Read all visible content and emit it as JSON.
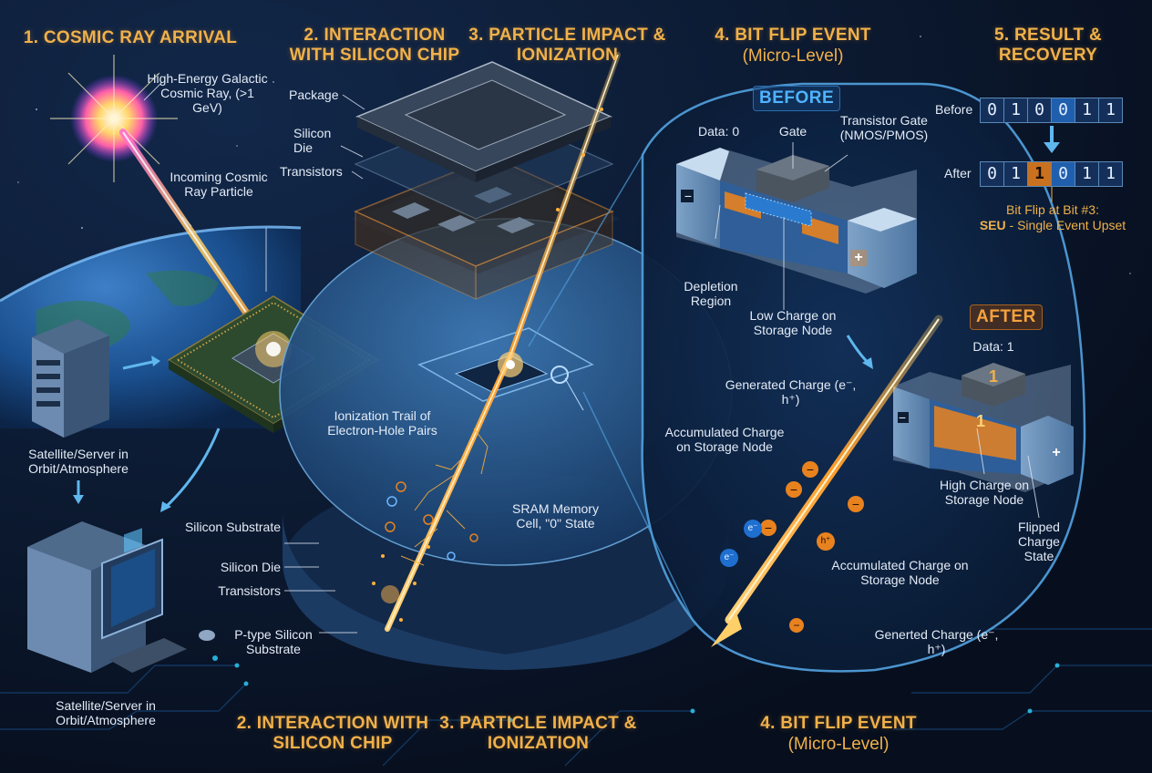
{
  "steps": {
    "s1": "1. COSMIC RAY ARRIVAL",
    "s2_top": "2. INTERACTION WITH SILICON CHIP",
    "s3_top": "3. PARTICLE IMPACT & IONIZATION",
    "s4_top": "4. BIT FLIP EVENT",
    "s4_top_sub": "(Micro-Level)",
    "s5": "5. RESULT & RECOVERY",
    "s2_bottom": "2. INTERACTION WITH SILICON CHIP",
    "s3_bottom": "3. PARTICLE IMPACT & IONIZATION",
    "s4_bottom": "4. BIT FLIP EVENT",
    "s4_bottom_sub": "(Micro-Level)"
  },
  "labels": {
    "high_energy": "High-Energy Galactic Cosmic Ray, (>1 GeV)",
    "incoming": "Incoming Cosmic Ray Particle",
    "satellite_top": "Satellite/Server in Orbit/Atmosphere",
    "satellite_bottom": "Satellite/Server in Orbit/Atmosphere",
    "package": "Package",
    "silicon_die_top": "Silicon Die",
    "transistors_top": "Transistors",
    "ionization_trail": "Ionization Trail of Electron-Hole Pairs",
    "sram_cell": "SRAM Memory Cell, \"0\" State",
    "silicon_substrate": "Silicon Substrate",
    "silicon_die_bottom": "Silicon Die",
    "transistors_bottom": "Transistors",
    "ptype": "P-type Silicon Substrate",
    "data0": "Data: 0",
    "gate": "Gate",
    "transistor_gate": "Transistor Gate (NMOS/PMOS)",
    "depletion": "Depletion Region",
    "low_charge": "Low Charge on Storage Node",
    "data1": "Data: 1",
    "gen_charge_1": "Generated Charge (e⁻, h⁺)",
    "acc_charge_1": "Accumulated Charge on Storage Node",
    "acc_charge_2": "Accumulated Charge on Storage Node",
    "gen_charge_2": "Generted Charge (e⁻, h⁺)",
    "high_charge": "High Charge on Storage Node",
    "flipped": "Flipped Charge State"
  },
  "badges": {
    "before": "BEFORE",
    "after": "AFTER"
  },
  "result": {
    "before_label": "Before",
    "after_label": "After",
    "before_bits": [
      "0",
      "1",
      "0",
      "0",
      "1",
      "1"
    ],
    "after_bits": [
      "0",
      "1",
      "1",
      "0",
      "1",
      "1"
    ],
    "flip_line1": "Bit Flip at Bit #3:",
    "seu_abbr": "SEU",
    "seu_rest": " - Single Event Upset"
  },
  "glyphs": {
    "one": "1",
    "plus": "+",
    "minus": "−",
    "e": "e⁻",
    "h": "h⁺"
  },
  "colors": {
    "background": "#0a1528",
    "accent_orange": "#f0b14a",
    "charge_orange": "#e8821f",
    "cyan": "#4fb3ff",
    "panel_blue": "#1d3a63"
  }
}
